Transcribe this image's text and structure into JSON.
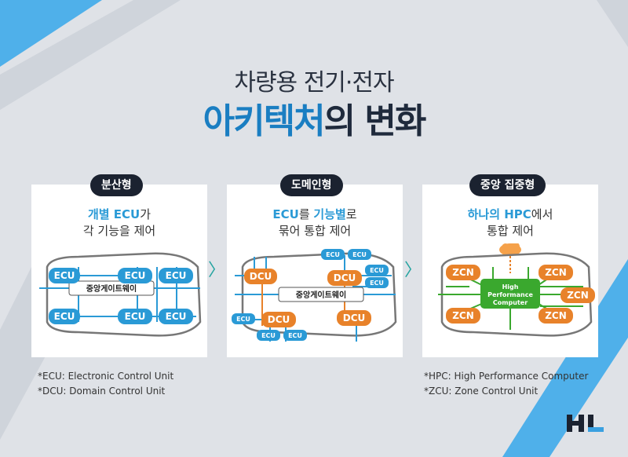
{
  "title": {
    "line1": "차량용 전기·전자",
    "line2_highlight": "아키텍처",
    "line2_rest": "의 변화"
  },
  "panels": [
    {
      "badge": "분산형",
      "desc_highlight": "개별 ECU",
      "desc_suffix": "가",
      "desc_line2": "각 기능을 제어",
      "gateway": "중앙게이트웨이",
      "units": [
        "ECU",
        "ECU",
        "ECU",
        "ECU",
        "ECU",
        "ECU"
      ]
    },
    {
      "badge": "도메인형",
      "desc_h1": "ECU",
      "desc_mid": "를 ",
      "desc_h2": "기능별",
      "desc_suffix": "로",
      "desc_line2": "묶어 통합 제어",
      "gateway": "중앙게이트웨이",
      "dcu": [
        "DCU",
        "DCU",
        "DCU",
        "DCU"
      ],
      "ecu": [
        "ECU",
        "ECU",
        "ECU",
        "ECU",
        "ECU",
        "ECU",
        "ECU"
      ]
    },
    {
      "badge": "중앙 집중형",
      "desc_pre": "하나의 ",
      "desc_highlight": "HPC",
      "desc_suffix": "에서",
      "desc_line2": "통합 제어",
      "hpc": [
        "High",
        "Performance",
        "Computer"
      ],
      "zcn": [
        "ZCN",
        "ZCN",
        "ZCN",
        "ZCN",
        "ZCN"
      ]
    }
  ],
  "arrows": [
    "〉",
    "〉"
  ],
  "footnotes_left": [
    "*ECU: Electronic Control Unit",
    "*DCU: Domain Control Unit"
  ],
  "footnotes_right": [
    "*HPC: High Performance Computer",
    "*ZCU: Zone Control Unit"
  ],
  "logo": "HL",
  "colors": {
    "accent_blue": "#1a7ec2",
    "ecu_blue": "#2a9ad6",
    "dcu_orange": "#e8822a",
    "zcn_green": "#3aa82e",
    "badge_dark": "#1b2230",
    "stripe_blue": "#5ab6ee"
  }
}
